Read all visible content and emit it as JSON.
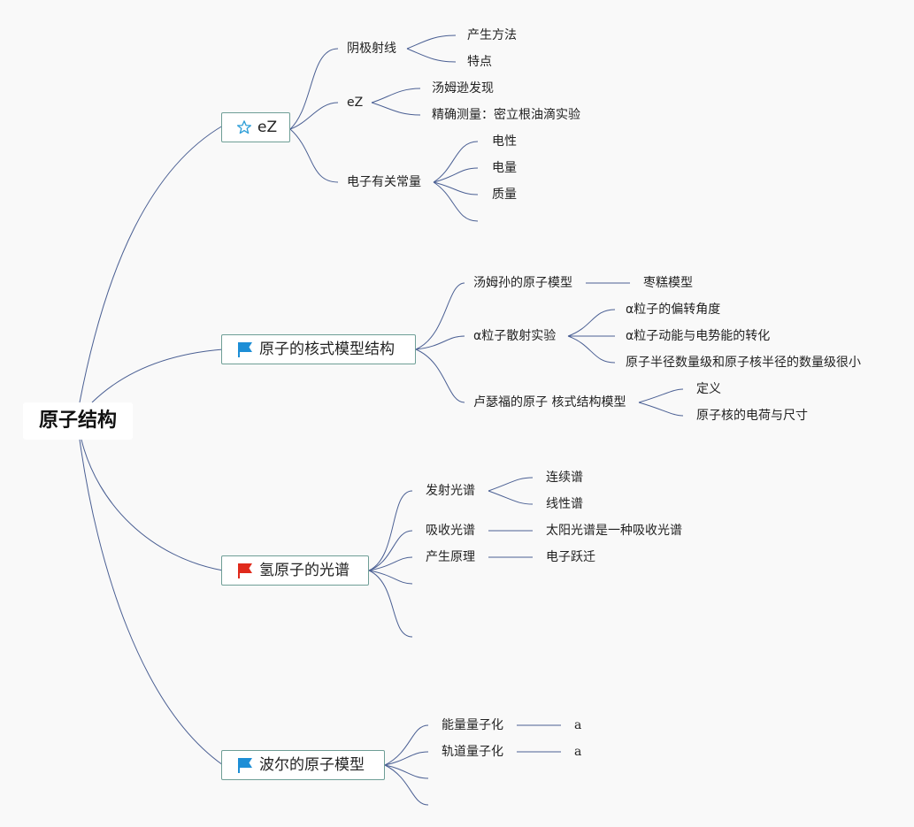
{
  "root": {
    "label": "原子结构"
  },
  "branches": [
    {
      "label": "eZ",
      "icon": "star-outline-icon",
      "children": [
        {
          "label": "阴极射线",
          "children": [
            "产生方法",
            "特点"
          ]
        },
        {
          "label": "eZ",
          "children": [
            "汤姆逊发现",
            "精确测量：密立根油滴实验"
          ]
        },
        {
          "label": "电子有关常量",
          "children": [
            "电性",
            "电量",
            "质量",
            ""
          ]
        }
      ]
    },
    {
      "label": "原子的核式模型结构",
      "icon": "blue-flag-icon",
      "children": [
        {
          "label": "汤姆孙的原子模型",
          "children": [
            "枣糕模型"
          ]
        },
        {
          "label": "α粒子散射实验",
          "children": [
            "α粒子的偏转角度",
            "α粒子动能与电势能的转化",
            "原子半径数量级和原子核半径的数量级很小"
          ]
        },
        {
          "label": "卢瑟福的原子 核式结构模型",
          "children": [
            "定义",
            "原子核的电荷与尺寸"
          ]
        }
      ]
    },
    {
      "label": "氢原子的光谱",
      "icon": "red-flag-icon",
      "children": [
        {
          "label": "发射光谱",
          "children": [
            "连续谱",
            "线性谱"
          ]
        },
        {
          "label": "吸收光谱",
          "children": [
            "太阳光谱是一种吸收光谱"
          ]
        },
        {
          "label": "产生原理",
          "children": [
            "电子跃迁"
          ]
        },
        {
          "label": "",
          "children": []
        },
        {
          "label": "",
          "children": []
        }
      ]
    },
    {
      "label": "波尔的原子模型",
      "icon": "blue-flag-icon",
      "children": [
        {
          "label": "能量量子化",
          "children": [
            "a"
          ]
        },
        {
          "label": "轨道量子化",
          "children": [
            "a"
          ]
        },
        {
          "label": "",
          "children": []
        },
        {
          "label": "",
          "children": []
        }
      ]
    }
  ],
  "colors": {
    "connector": "#4a5f93",
    "topic_border": "#6e9e96",
    "flag_blue": "#1d8ed6",
    "flag_red": "#e02a1c",
    "star": "#2f9fd8"
  }
}
